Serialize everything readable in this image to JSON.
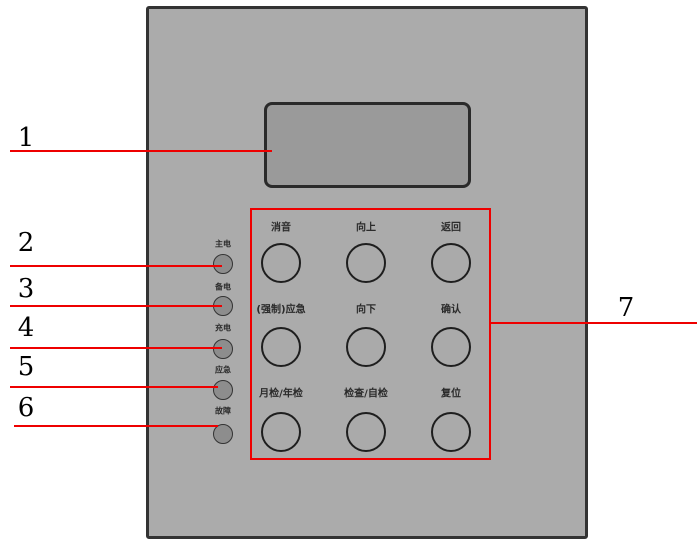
{
  "buttons": [
    {
      "label": "消音"
    },
    {
      "label": "向上"
    },
    {
      "label": "返回"
    },
    {
      "label": "(强制)应急"
    },
    {
      "label": "向下"
    },
    {
      "label": "确认"
    },
    {
      "label": "月检/年检"
    },
    {
      "label": "检查/自检"
    },
    {
      "label": "复位"
    }
  ],
  "leds": [
    {
      "label": "主电"
    },
    {
      "label": "备电"
    },
    {
      "label": "充电"
    },
    {
      "label": "应急"
    },
    {
      "label": "故障"
    }
  ],
  "callouts": [
    "1",
    "2",
    "3",
    "4",
    "5",
    "6",
    "7"
  ],
  "colors": {
    "callout": "#e00000",
    "panel": "#ababab"
  }
}
